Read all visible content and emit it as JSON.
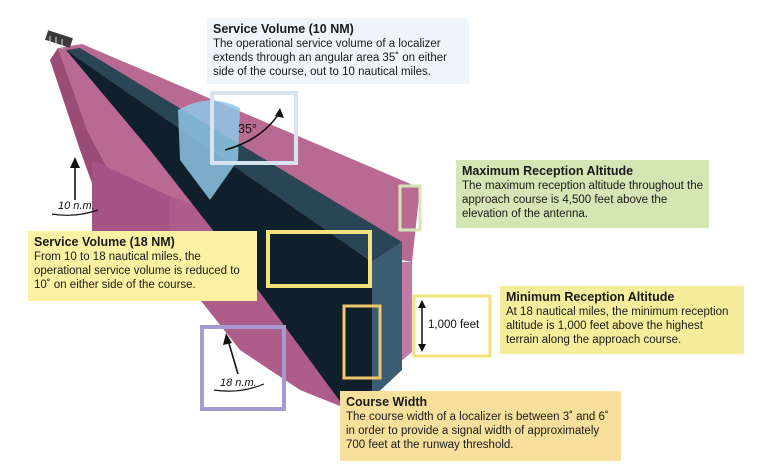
{
  "callouts": {
    "service_volume_10": {
      "title": "Service Volume (10 NM)",
      "text": "The operational service volume of a localizer extends through an angular area 35˚ on either side of the course, out to 10 nautical miles."
    },
    "max_reception": {
      "title": "Maximum Reception Altitude",
      "text": "The maximum reception altitude throughout the approach course is 4,500 feet above the elevation of the antenna."
    },
    "service_volume_18": {
      "title": "Service Volume (18 NM)",
      "text": "From 10 to 18 nautical miles, the operational service volume is reduced to 10˚ on either side of the course."
    },
    "min_reception": {
      "title": "Minimum Reception Altitude",
      "text": "At 18 nautical miles, the minimum reception altitude is 1,000 feet above the highest terrain along the approach course."
    },
    "course_width": {
      "title": "Course Width",
      "text": "The course width of a localizer is between 3˚ and 6˚ in order to provide a signal width of approximately 700 feet at the runway threshold."
    }
  },
  "labels": {
    "angle": "35°",
    "height": "1,000 feet",
    "distance_10": "10 n.m.",
    "distance_18": "18 n.m."
  },
  "colors": {
    "volume_top": "#b86a93",
    "volume_side": "#9a4b76",
    "volume_front": "#a45585",
    "course_beam": "#0f1f2b",
    "course_beam_top": "#2a4656",
    "cone": "#8ec7e4",
    "frame_blue": "#d6e4f0",
    "frame_green": "#d3e6b4",
    "frame_yellow": "#f3e27a",
    "frame_orange": "#f0c66a",
    "frame_purple": "#a79ad0"
  },
  "icons": {
    "antenna": "antenna-array-icon",
    "arrow_up": "arrow-up-icon"
  }
}
